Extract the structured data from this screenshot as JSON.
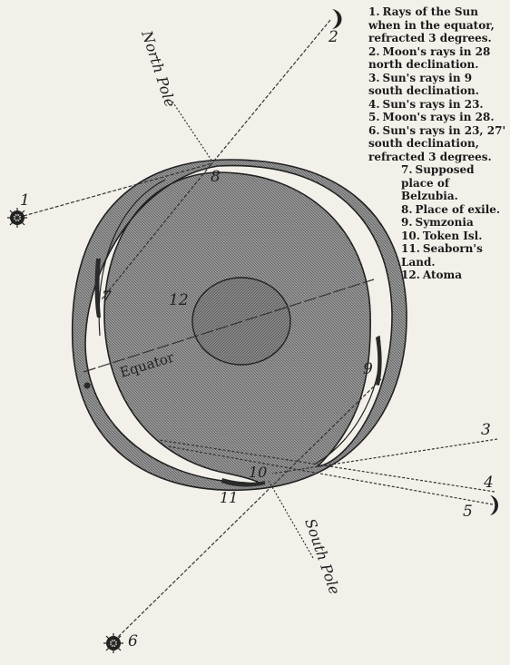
{
  "labels": {
    "north_pole": "North Pole",
    "south_pole": "South Pole",
    "equator": "Equator"
  },
  "markers": {
    "m1": "1",
    "m2": "2",
    "m3": "3",
    "m4": "4",
    "m5": "5",
    "m6": "6",
    "m7": "7",
    "m8": "8",
    "m9": "9",
    "m10": "10",
    "m11": "11",
    "m12": "12"
  },
  "legend": [
    {
      "num": "1.",
      "text": "Rays of the Sun when in the equator, refracted 3 degrees."
    },
    {
      "num": "2.",
      "text": "Moon's rays in 28 north declination."
    },
    {
      "num": "3.",
      "text": "Sun's rays in 9 south declination."
    },
    {
      "num": "4.",
      "text": "Sun's rays in 23."
    },
    {
      "num": "5.",
      "text": "Moon's rays in 28."
    },
    {
      "num": "6.",
      "text": "Sun's rays in 23, 27' south declination, refracted 3 degrees."
    },
    {
      "num": "7.",
      "text": "Supposed place of Belzubia."
    },
    {
      "num": "8.",
      "text": "Place of exile."
    },
    {
      "num": "9.",
      "text": "Symzonia"
    },
    {
      "num": "10.",
      "text": "Token Isl."
    },
    {
      "num": "11.",
      "text": "Seaborn's Land."
    },
    {
      "num": "12.",
      "text": "Atoma"
    }
  ],
  "colors": {
    "paper": "#f3f0ea",
    "ink": "#222222",
    "shell_fill": "#8f8f8f",
    "core_fill": "#8a8a8a"
  }
}
